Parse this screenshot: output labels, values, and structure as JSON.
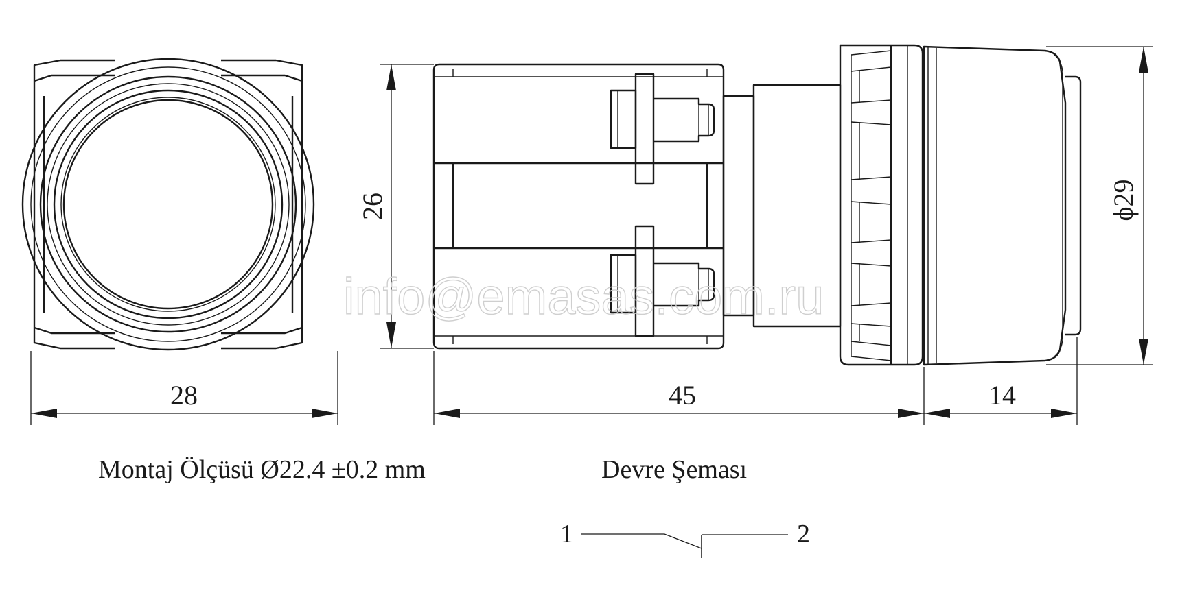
{
  "dimensions": {
    "front_width": "28",
    "height": "26",
    "body_length": "45",
    "head_length": "14",
    "head_diameter": "29",
    "diameter_symbol": "ϕ"
  },
  "captions": {
    "mounting": "Montaj Ölçüsü Ø22.4 ±0.2 mm",
    "circuit_title": "Devre Şeması"
  },
  "circuit": {
    "terminal_1": "1",
    "terminal_2": "2"
  },
  "watermark": "info@emasas.com.ru"
}
